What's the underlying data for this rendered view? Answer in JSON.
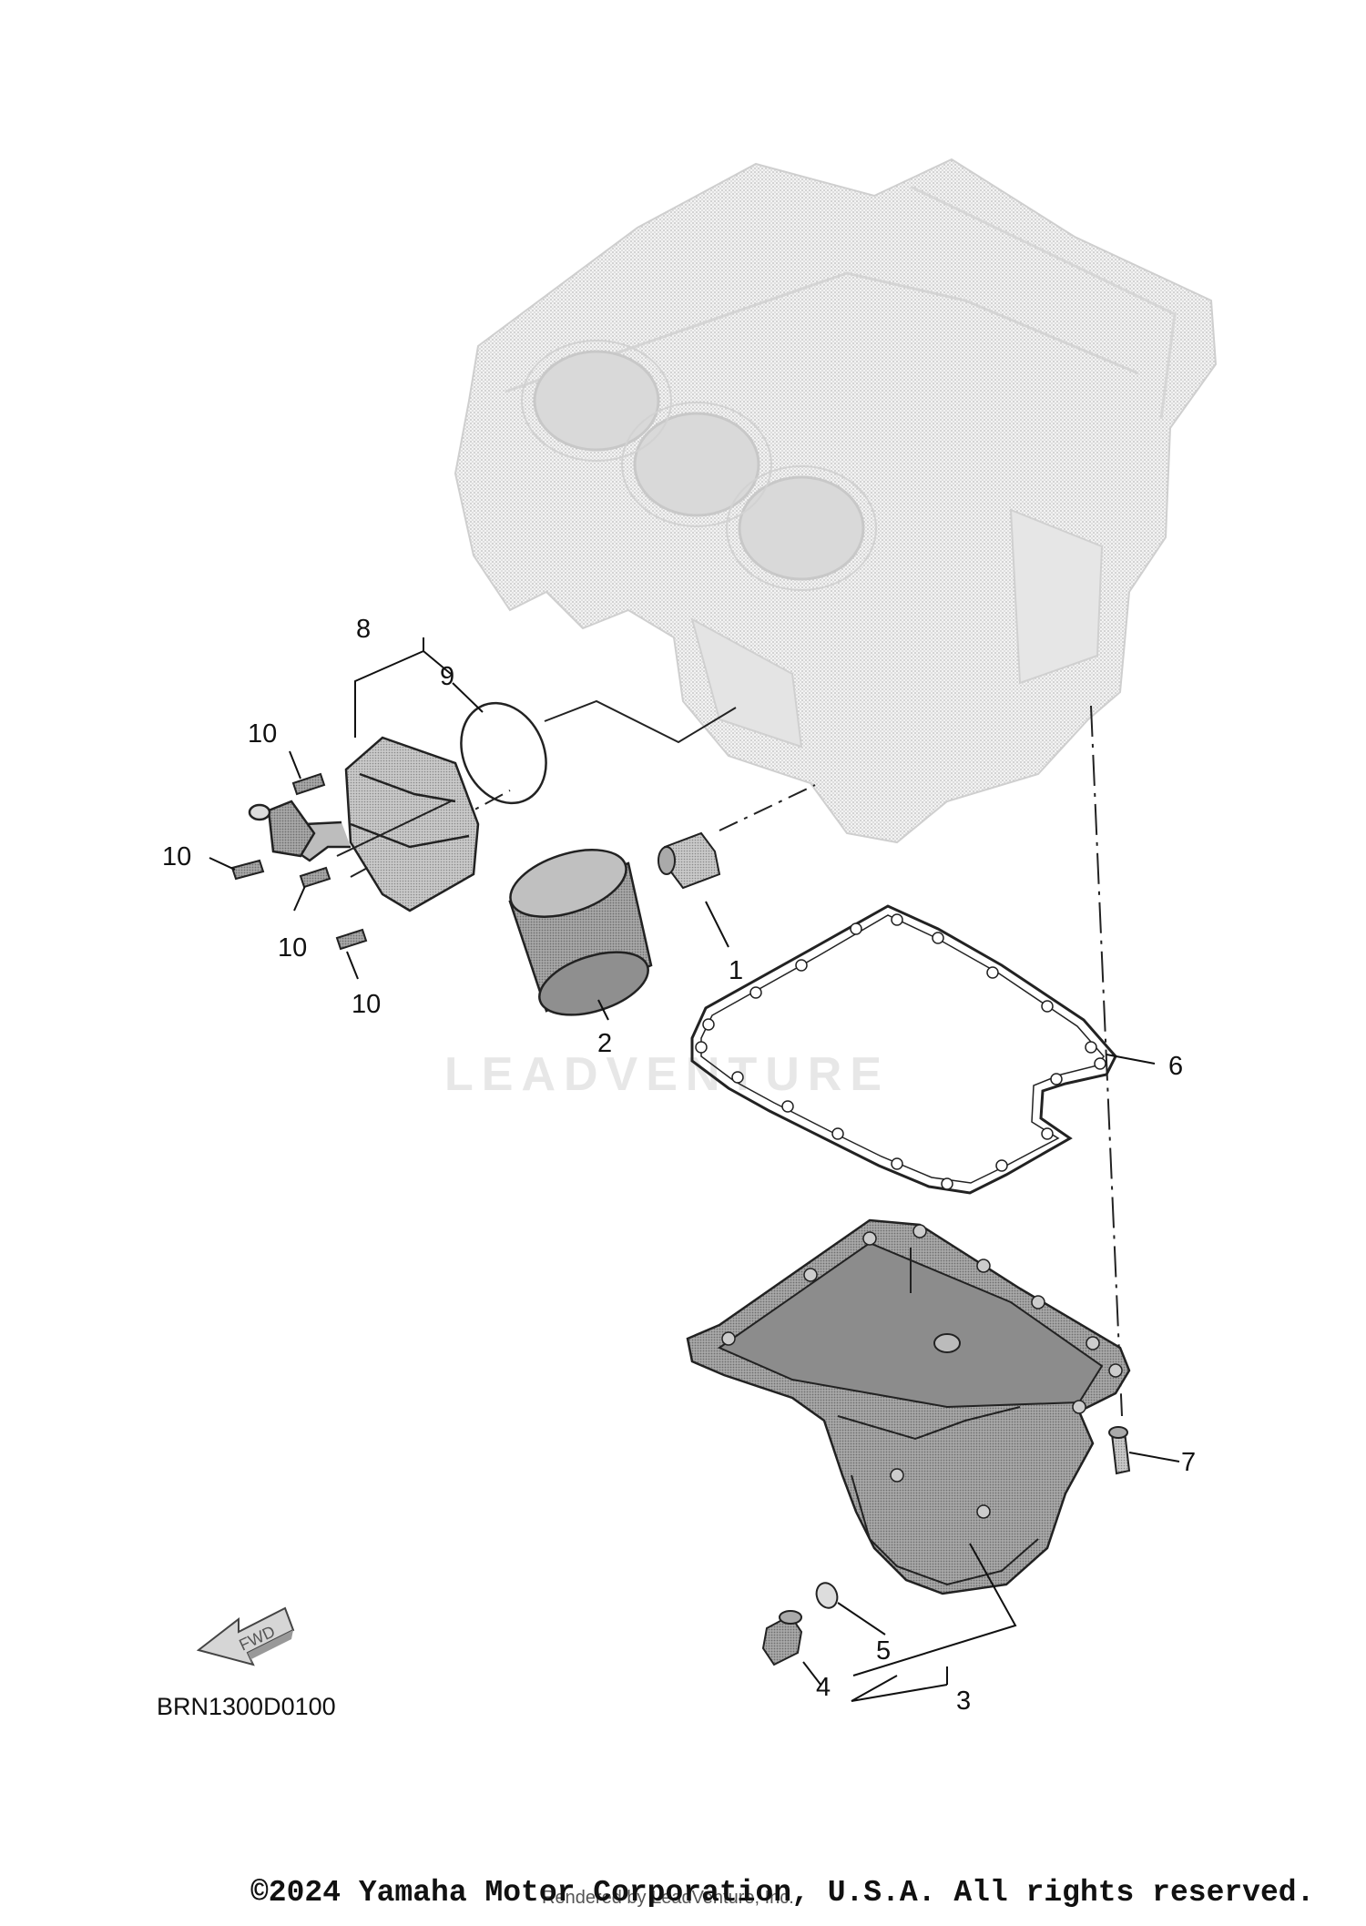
{
  "diagram": {
    "drawing_code": "BRN1300D0100",
    "watermark": "LEADVENTURE",
    "fwd_label": "FWD",
    "callouts": [
      {
        "id": "1",
        "label": "1"
      },
      {
        "id": "2",
        "label": "2"
      },
      {
        "id": "3",
        "label": "3"
      },
      {
        "id": "4",
        "label": "4"
      },
      {
        "id": "5",
        "label": "5"
      },
      {
        "id": "6",
        "label": "6"
      },
      {
        "id": "7",
        "label": "7"
      },
      {
        "id": "8",
        "label": "8"
      },
      {
        "id": "9",
        "label": "9"
      },
      {
        "id": "10a",
        "label": "10"
      },
      {
        "id": "10b",
        "label": "10"
      },
      {
        "id": "10c",
        "label": "10"
      },
      {
        "id": "10d",
        "label": "10"
      }
    ]
  },
  "footer": {
    "copyright": "©2024 Yamaha Motor Corporation, U.S.A. All rights reserved.",
    "rendered_by": "Rendered by LeadVenture, Inc."
  }
}
